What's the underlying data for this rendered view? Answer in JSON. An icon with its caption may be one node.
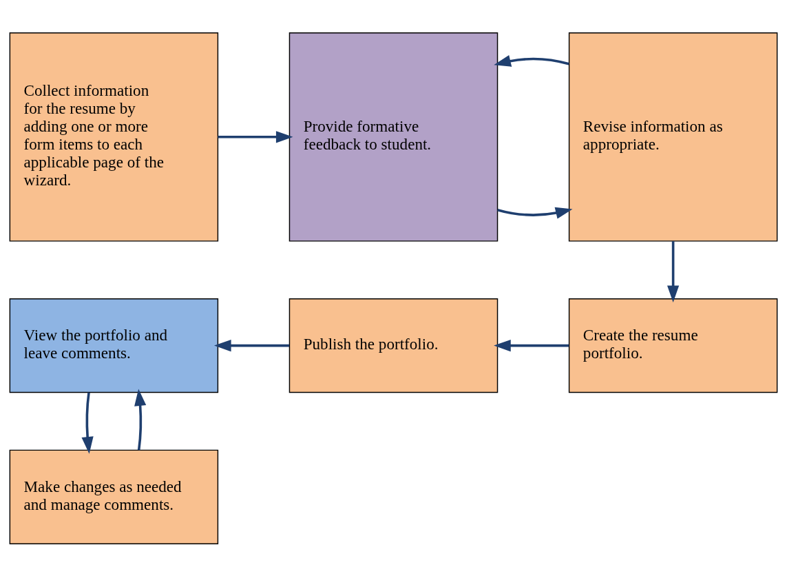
{
  "diagram": {
    "nodes": [
      {
        "text": [
          "Collect information for the resume by adding one or more form items to each applicable page of the wizard."
        ]
      },
      {
        "text": [
          "Provide formative feedback to student."
        ]
      },
      {
        "text": [
          "Revise information as appropriate."
        ]
      },
      {
        "text": [
          "Create the resume portfolio."
        ]
      },
      {
        "text": [
          "Publish the portfolio."
        ]
      },
      {
        "text": [
          "View the portfolio and leave comments."
        ]
      },
      {
        "text": [
          "Make changes as needed and manage comments."
        ]
      }
    ],
    "edges": [
      {
        "from": 0,
        "to": 1,
        "arrow": "to"
      },
      {
        "from": 1,
        "to": 2,
        "arrow": "to"
      },
      {
        "from": 2,
        "to": 1,
        "arrow": "to"
      },
      {
        "from": 2,
        "to": 3,
        "arrow": "to"
      },
      {
        "from": 3,
        "to": 4,
        "arrow": "to"
      },
      {
        "from": 4,
        "to": 5,
        "arrow": "to"
      },
      {
        "from": 5,
        "to": 6,
        "arrow": "to"
      },
      {
        "from": 6,
        "to": 5,
        "arrow": "to"
      }
    ]
  }
}
